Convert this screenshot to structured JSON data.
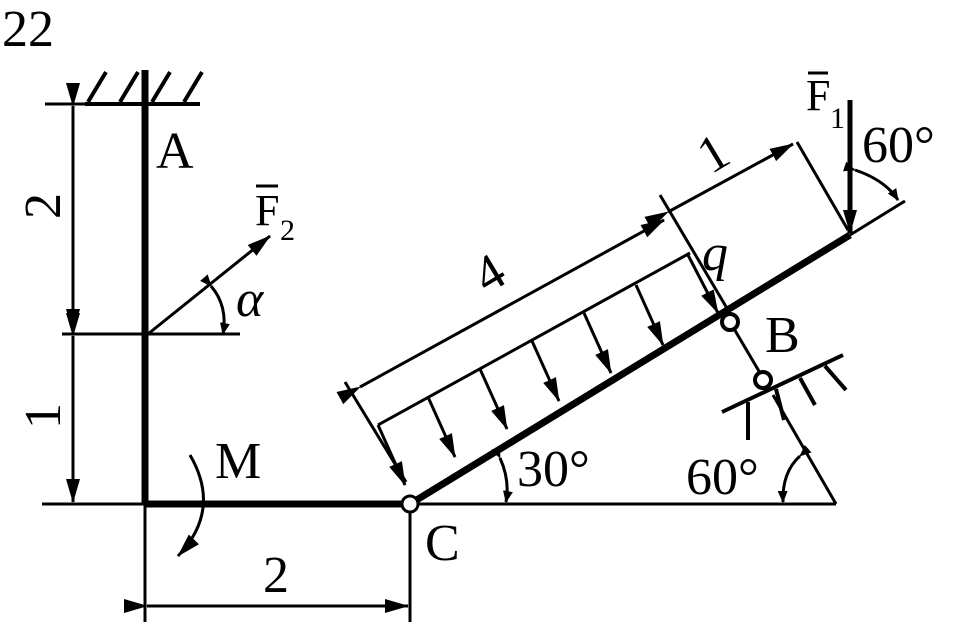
{
  "problem_number": "22",
  "labels": {
    "point_a": "A",
    "point_b": "B",
    "point_c": "C",
    "moment": "M",
    "load_q": "q",
    "force_f1": "F",
    "force_f1_sub": "1",
    "force_f2": "F",
    "force_f2_sub": "2",
    "alpha": "α"
  },
  "dimensions": {
    "upper_vertical": "2",
    "lower_vertical": "1",
    "horizontal": "2",
    "load_length": "4",
    "tip_length": "1"
  },
  "angles": {
    "beam_incline": "30°",
    "f1_angle": "60°",
    "support_angle": "60°"
  },
  "colors": {
    "ink": "#000000",
    "paper": "#ffffff"
  }
}
